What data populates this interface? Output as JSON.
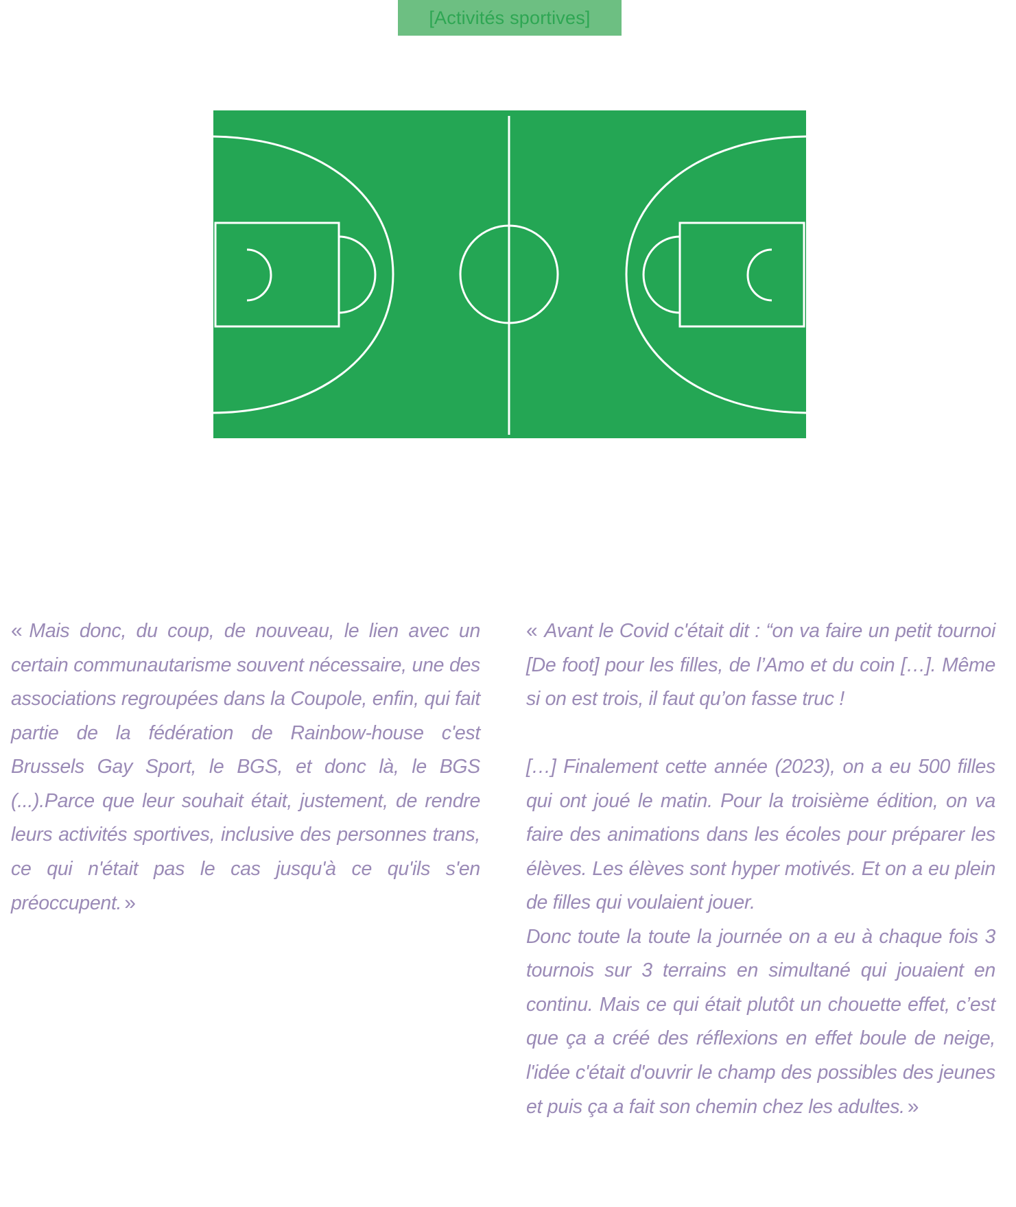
{
  "header": {
    "title": "[Activités sportives]",
    "badge_color": "#6dbf82",
    "title_color": "#2ea653"
  },
  "illustration": {
    "type": "basketball-court",
    "court_color": "#24a654",
    "line_color": "#ffffff"
  },
  "quotes": {
    "open_mark": "«",
    "close_mark": "»",
    "text_color": "#9a8ab6",
    "left": {
      "text": "Mais donc, du coup, de nouveau, le lien avec un certain communautarisme souvent nécessaire, une des associations regroupées dans la Coupole, enfin, qui fait partie de la fédération de Rainbow-house c'est Brussels Gay Sport, le BGS, et donc là, le BGS (...).Parce que leur souhait était, justement, de rendre leurs activités sportives, inclusive des personnes trans, ce qui n'était pas le cas jusqu'à ce qu'ils s'en préoccupent."
    },
    "right": {
      "paragraph_1": "Avant le Covid c'était dit : “on va faire un petit tournoi [De foot] pour les filles, de l’Amo et du coin […]. Même si on est trois, il faut qu’on fasse truc !",
      "paragraph_2": "[…] Finalement cette année (2023), on a eu 500 filles qui ont joué le matin. Pour la troisième édition, on va faire des animations dans les écoles pour préparer les élèves. Les élèves sont hyper motivés. Et on a eu plein de filles qui voulaient jouer.",
      "paragraph_3": "Donc toute la toute la journée on a eu à chaque fois 3 tournois sur 3 terrains en simultané qui jouaient en continu. Mais ce qui était plutôt un chouette effet, c’est que ça a créé des réflexions en effet boule de neige,  l'idée c'était d'ouvrir le champ des possibles des jeunes et puis ça a fait son chemin chez les adultes."
    }
  }
}
